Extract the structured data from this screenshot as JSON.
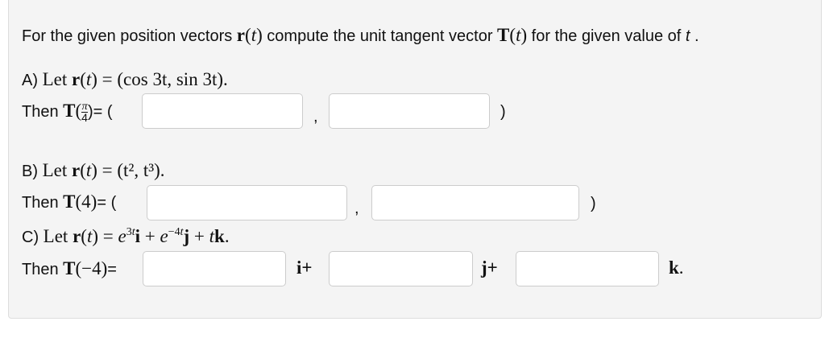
{
  "intro": {
    "pre": "For the given position vectors ",
    "r": "r",
    "t": "t",
    "mid": " compute the unit tangent vector ",
    "T": "T",
    "post": " for the given value of ",
    "t2": "t",
    "end": " ."
  },
  "partA": {
    "label": "A) ",
    "let": "Let ",
    "formula": "= (cos 3t, sin 3t).",
    "then": "Then ",
    "T": "T",
    "frac_num": "π",
    "frac_den": "4",
    "eq": ")= (",
    "comma": ",",
    "close": ")"
  },
  "partB": {
    "label": "B) ",
    "let": "Let ",
    "formula": "= (t², t³).",
    "then": "Then ",
    "T": "T",
    "arg": "(4)",
    "eq": "= (",
    "comma": ",",
    "close": ")"
  },
  "partC": {
    "label": "C) ",
    "let": "Let ",
    "then": "Then ",
    "T": "T",
    "arg": "(−4)",
    "eq": "=",
    "i": "i+",
    "j": "j+",
    "k": "k",
    "dot": "."
  },
  "inputs": {
    "a1": "",
    "a2": "",
    "b1": "",
    "b2": "",
    "c1": "",
    "c2": "",
    "c3": ""
  }
}
